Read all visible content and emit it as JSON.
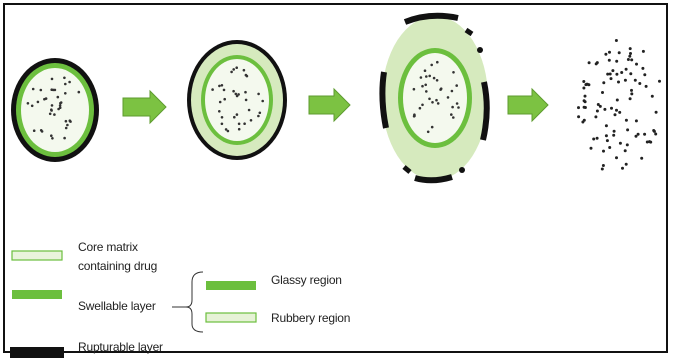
{
  "legend": {
    "core_matrix_line1": "Core matrix",
    "core_matrix_line2": "containing drug",
    "swellable_layer": "Swellable layer",
    "glassy_region": "Glassy region",
    "rubbery_region": "Rubbery region",
    "rupturable_layer": "Rupturable layer"
  },
  "colors": {
    "core_fill": "#e6f2d6",
    "swell_green": "#6cbf3e",
    "swelled_fill": "#cfe6b4",
    "rupture_black": "#111111",
    "arrow_green": "#7cc242",
    "dot": "#333333"
  },
  "icons": [
    "arrow-right-icon",
    "arrow-right-icon",
    "arrow-right-icon"
  ]
}
